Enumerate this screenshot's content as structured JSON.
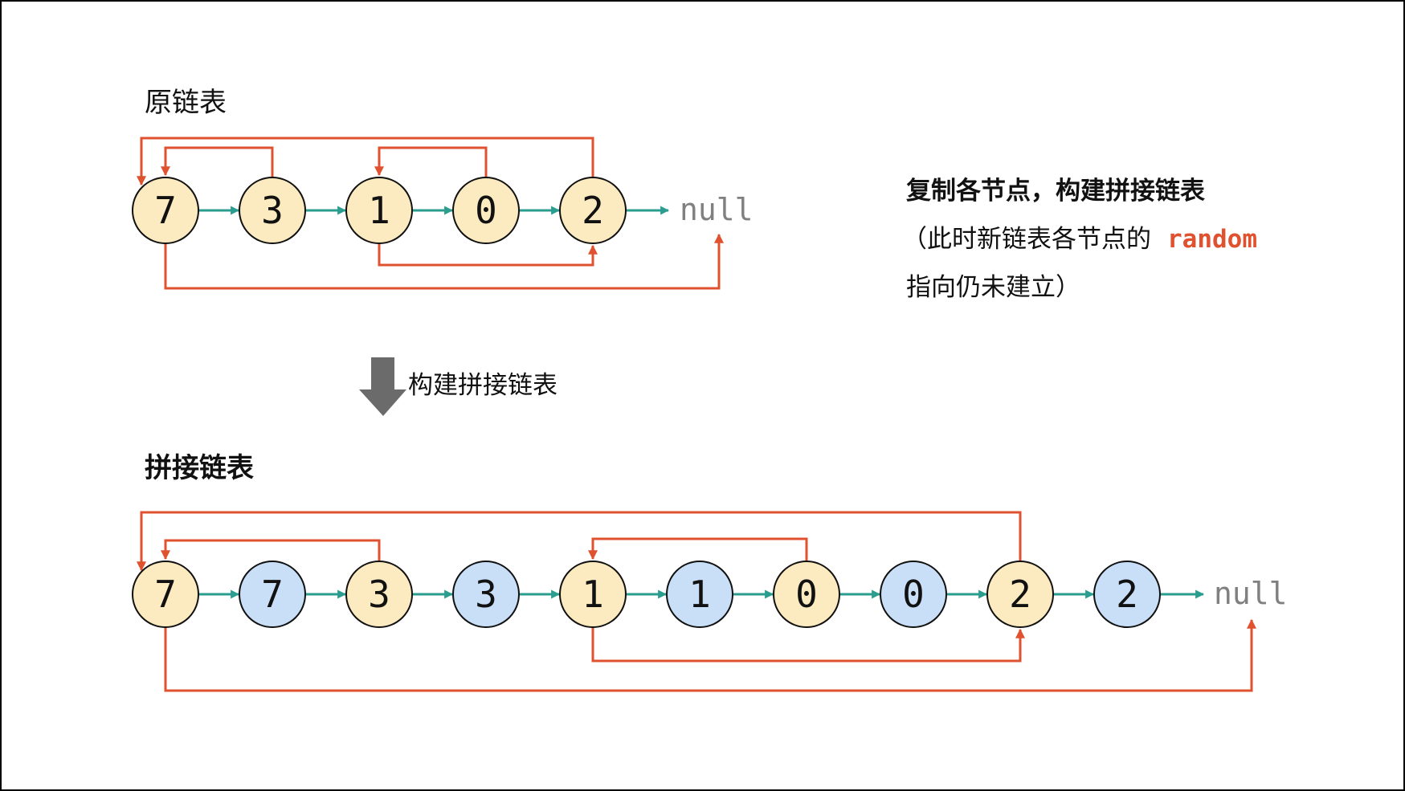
{
  "colors": {
    "orig_node_fill": "#fcebc0",
    "copy_node_fill": "#c8dff7",
    "node_stroke": "#111111",
    "next_arrow": "#2a9d8f",
    "random_arrow": "#e0522f",
    "null_text": "#808080",
    "step_arrow": "#6b6b6b",
    "highlight_text": "#e0522f"
  },
  "original_list": {
    "title": "原链表",
    "nodes": [
      "7",
      "3",
      "1",
      "0",
      "2"
    ],
    "null_label": "null",
    "random": [
      {
        "from": "7",
        "to": "null"
      },
      {
        "from": "3",
        "to": "7"
      },
      {
        "from": "1",
        "to": "2"
      },
      {
        "from": "0",
        "to": "1"
      },
      {
        "from": "2",
        "to": "7"
      }
    ]
  },
  "note": {
    "line1": "复制各节点，构建拼接链表",
    "line2_prefix": "（此时新链表各节点的",
    "line2_code": "random",
    "line3": "指向仍未建立）"
  },
  "step": {
    "icon": "down-arrow-icon",
    "label": "构建拼接链表"
  },
  "spliced_list": {
    "title": "拼接链表",
    "nodes": [
      {
        "value": "7",
        "kind": "original"
      },
      {
        "value": "7",
        "kind": "copy"
      },
      {
        "value": "3",
        "kind": "original"
      },
      {
        "value": "3",
        "kind": "copy"
      },
      {
        "value": "1",
        "kind": "original"
      },
      {
        "value": "1",
        "kind": "copy"
      },
      {
        "value": "0",
        "kind": "original"
      },
      {
        "value": "0",
        "kind": "copy"
      },
      {
        "value": "2",
        "kind": "original"
      },
      {
        "value": "2",
        "kind": "copy"
      }
    ],
    "null_label": "null"
  }
}
